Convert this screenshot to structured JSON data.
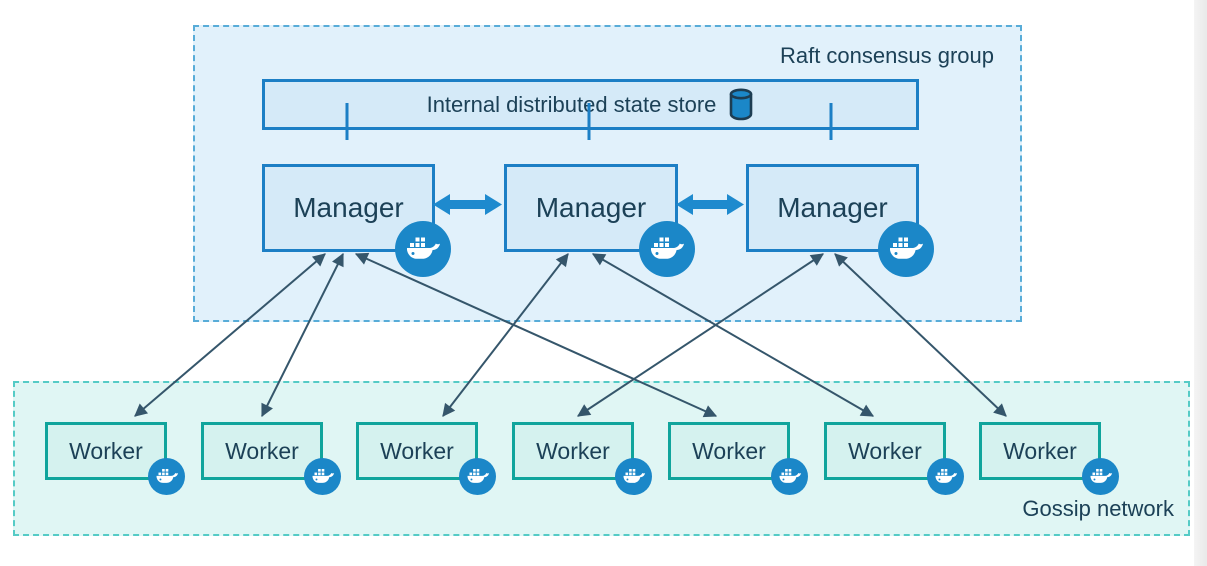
{
  "raft_group": {
    "label": "Raft consensus group",
    "fill": "#e1f1fb",
    "border_color": "#58acd8",
    "state_store": {
      "label": "Internal distributed state store",
      "icon": "database-icon",
      "fill": "#d5eaf8",
      "border_color": "#1c7fc5"
    },
    "managers": [
      {
        "id": "manager-1",
        "label": "Manager",
        "icon": "docker-whale-icon"
      },
      {
        "id": "manager-2",
        "label": "Manager",
        "icon": "docker-whale-icon"
      },
      {
        "id": "manager-3",
        "label": "Manager",
        "icon": "docker-whale-icon"
      }
    ],
    "peer_links": [
      {
        "from": "manager-1",
        "to": "manager-2",
        "bidirectional": true
      },
      {
        "from": "manager-2",
        "to": "manager-3",
        "bidirectional": true
      }
    ],
    "store_links": [
      "manager-1",
      "manager-2",
      "manager-3"
    ]
  },
  "gossip_network": {
    "label": "Gossip network",
    "fill": "#e0f6f4",
    "border_color": "#55cbc6",
    "workers": [
      {
        "id": "worker-1",
        "label": "Worker",
        "icon": "docker-whale-icon"
      },
      {
        "id": "worker-2",
        "label": "Worker",
        "icon": "docker-whale-icon"
      },
      {
        "id": "worker-3",
        "label": "Worker",
        "icon": "docker-whale-icon"
      },
      {
        "id": "worker-4",
        "label": "Worker",
        "icon": "docker-whale-icon"
      },
      {
        "id": "worker-5",
        "label": "Worker",
        "icon": "docker-whale-icon"
      },
      {
        "id": "worker-6",
        "label": "Worker",
        "icon": "docker-whale-icon"
      },
      {
        "id": "worker-7",
        "label": "Worker",
        "icon": "docker-whale-icon"
      }
    ]
  },
  "manager_worker_links": [
    {
      "from": "manager-1",
      "to": "worker-1",
      "bidirectional": true
    },
    {
      "from": "manager-1",
      "to": "worker-2",
      "bidirectional": true
    },
    {
      "from": "manager-1",
      "to": "worker-5",
      "bidirectional": true
    },
    {
      "from": "manager-2",
      "to": "worker-3",
      "bidirectional": true
    },
    {
      "from": "manager-2",
      "to": "worker-6",
      "bidirectional": true
    },
    {
      "from": "manager-3",
      "to": "worker-4",
      "bidirectional": true
    },
    {
      "from": "manager-3",
      "to": "worker-7",
      "bidirectional": true
    }
  ],
  "colors": {
    "docker_blue": "#1b87c8",
    "blue_box_fill": "#d5eaf8",
    "blue_box_border": "#1c7fc5",
    "teal_box_fill": "#d5f2ef",
    "teal_box_border": "#10a49c",
    "thin_arrow": "#35566b",
    "thick_arrow": "#1e8ace",
    "text": "#1c4157"
  }
}
